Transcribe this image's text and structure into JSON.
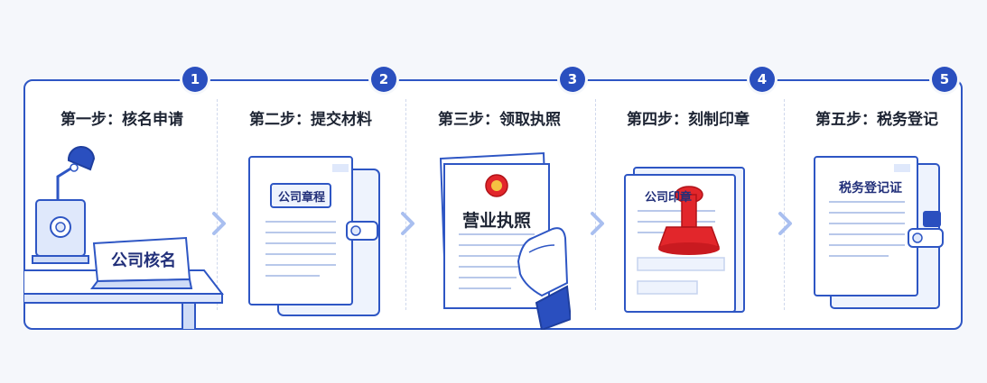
{
  "badges": [
    "1",
    "2",
    "3",
    "4",
    "5"
  ],
  "steps": [
    {
      "title": "第一步：核名申请",
      "label": "公司核名"
    },
    {
      "title": "第二步：提交材料",
      "label": "公司章程"
    },
    {
      "title": "第三步：领取执照",
      "label": "营业执照"
    },
    {
      "title": "第四步：刻制印章",
      "label": "公司印章"
    },
    {
      "title": "第五步：税务登记",
      "label": "税务登记证"
    }
  ],
  "colors": {
    "accent": "#2a4fbf",
    "frame": "#2e56c4",
    "stamp": "#e2262b",
    "light_blue": "#dfe8fb",
    "text": "#1d2433"
  },
  "icons": [
    "desk-lamp-icon",
    "document-folder-icon",
    "license-certificate-icon",
    "stamp-icon",
    "tax-certificate-icon",
    "chevron-right-icon"
  ]
}
